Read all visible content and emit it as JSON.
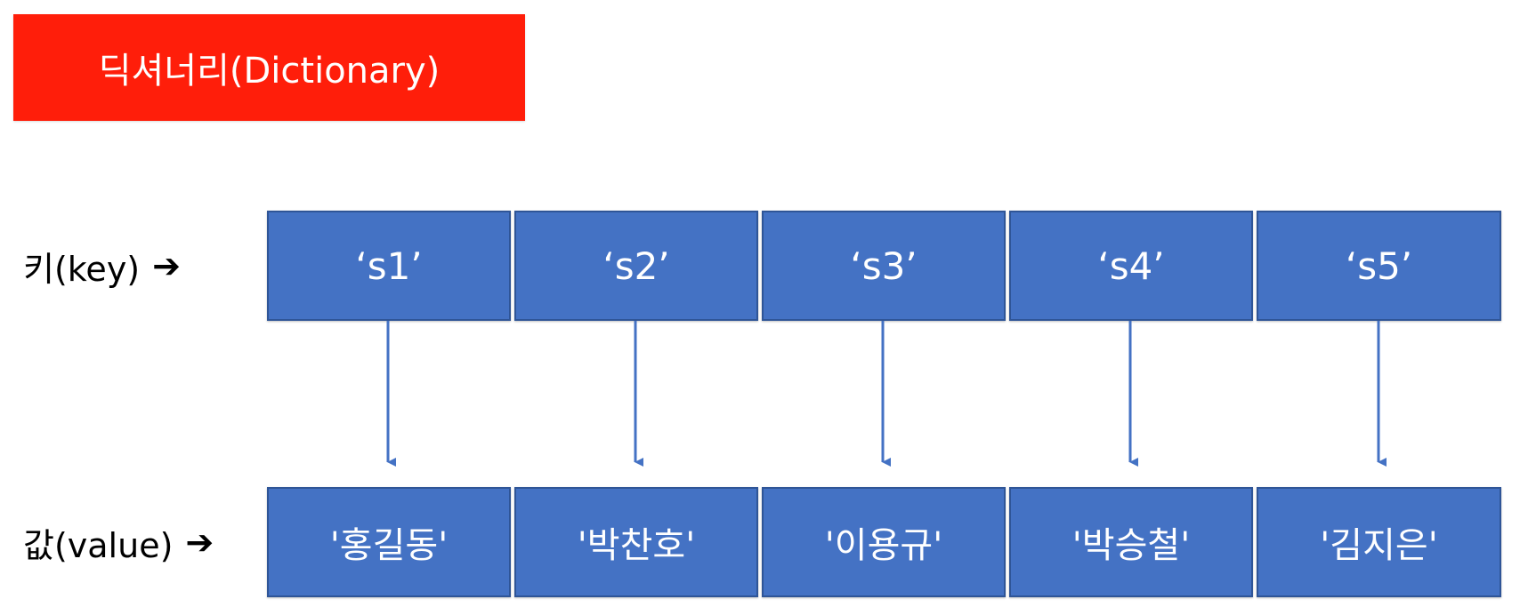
{
  "title": "딕셔너리(Dictionary)",
  "colors": {
    "title_bg": "#ff1e0a",
    "box_fill": "#4472c4",
    "box_border": "#2f5597",
    "arrow": "#4472c4"
  },
  "labels": {
    "key_label": "키(key)",
    "value_label": "값(value)",
    "arrow_glyph": "➔"
  },
  "keys": [
    "‘s1’",
    "‘s2’",
    "‘s3’",
    "‘s4’",
    "‘s5’"
  ],
  "values": [
    "'홍길동'",
    "'박찬호'",
    "'이용규'",
    "'박승철'",
    "'김지은'"
  ]
}
